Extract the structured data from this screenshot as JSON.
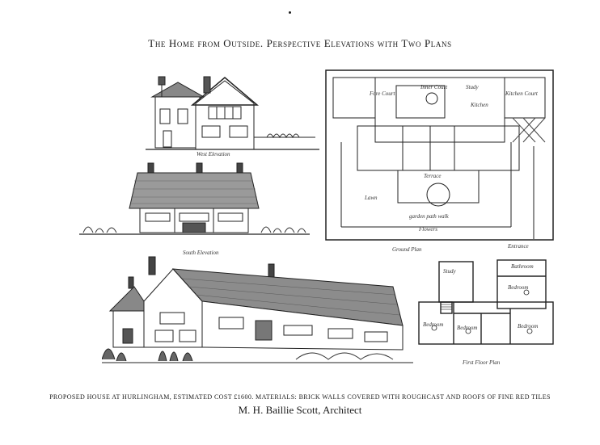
{
  "header": {
    "title": "The Home from Outside. Perspective Elevations with Two Plans"
  },
  "labels": {
    "west_elevation": "West Elevation",
    "south_elevation": "South Elevation",
    "ground_plan": "Ground Plan",
    "entrance": "Entrance",
    "first_floor_plan": "First Floor Plan",
    "forecourt": "Fore Court",
    "inner_court": "Inner Court",
    "kitchen_court": "Kitchen Court",
    "study_gp": "Study",
    "kitchen": "Kitchen",
    "terrace": "Terrace",
    "lawn": "Lawn",
    "flowers": "Flowers",
    "garden_path": "garden path walk",
    "study_ff": "Study",
    "bathroom": "Bathroom",
    "bedroom": "Bedroom"
  },
  "caption": {
    "text": "Proposed house at Hurlingham, estimated cost £1600. Materials: brick walls covered with roughcast and roofs of fine red tiles"
  },
  "footer": {
    "architect": "M. H. Baillie Scott, Architect"
  }
}
